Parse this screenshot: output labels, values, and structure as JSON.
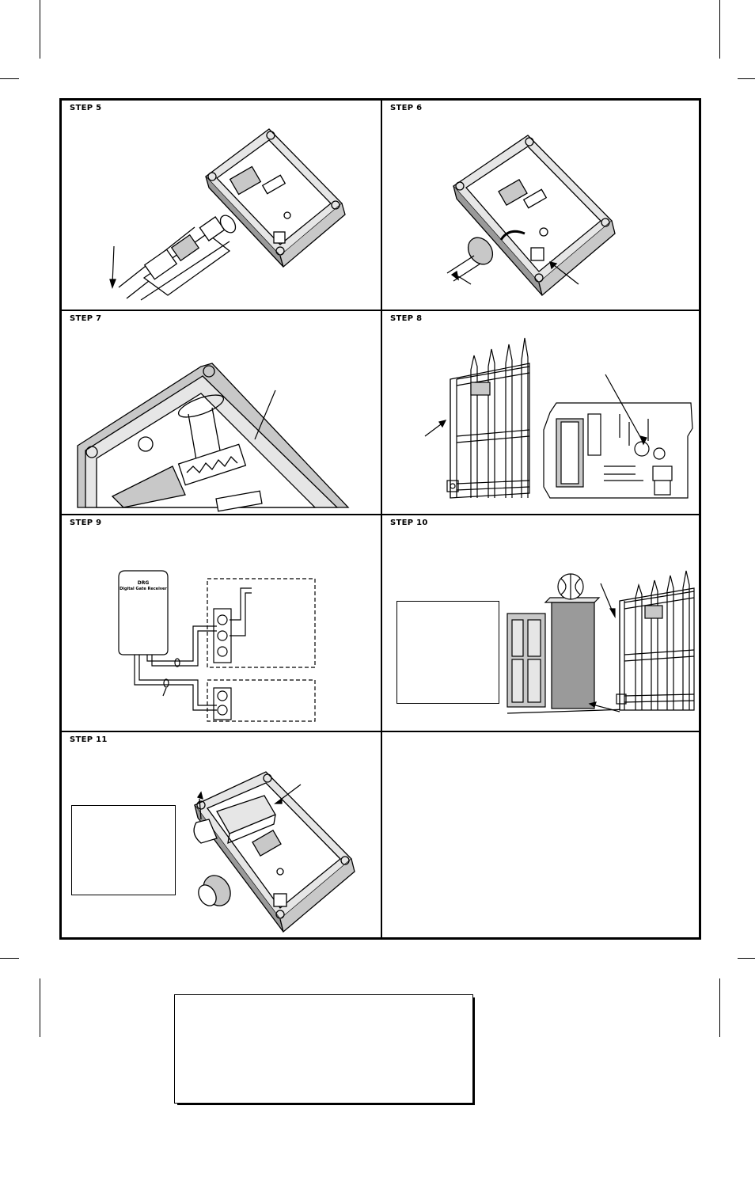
{
  "steps": {
    "s5": {
      "label": "STEP 5"
    },
    "s6": {
      "label": "STEP 6"
    },
    "s7": {
      "label": "STEP 7"
    },
    "s8": {
      "label": "STEP 8"
    },
    "s9": {
      "label": "STEP 9",
      "receiver_brand": "DRG",
      "receiver_name": "Digital Gate Receiver"
    },
    "s10": {
      "label": "STEP 10"
    },
    "s11": {
      "label": "STEP 11"
    }
  },
  "colors": {
    "line": "#000000",
    "fill_light": "#e6e6e6",
    "fill_mid": "#c8c8c8",
    "fill_dark": "#9a9a9a"
  }
}
